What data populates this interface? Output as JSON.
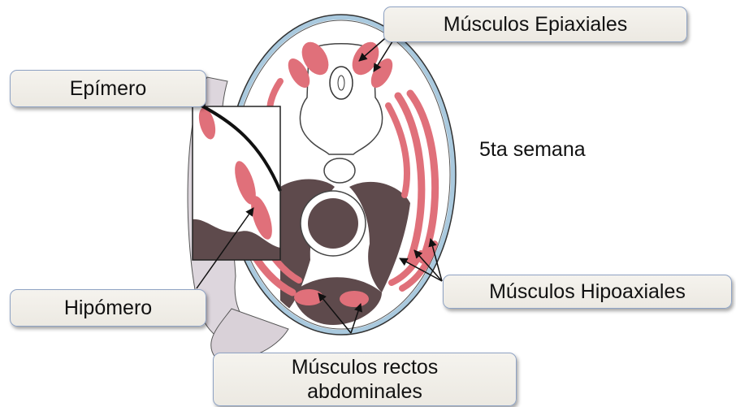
{
  "labels": {
    "epiaxiales": "Músculos Epiaxiales",
    "epimero": "Epímero",
    "semana": "5ta semana",
    "hipoaxiales": "Músculos Hipoaxiales",
    "hipomero": "Hipómero",
    "rectos_line1": "Músculos rectos",
    "rectos_line2": "abdominales"
  },
  "colors": {
    "muscle": "#e0707a",
    "dark_tissue": "#5e4a4c",
    "membrane": "#a9c9de",
    "outline": "#222222"
  }
}
